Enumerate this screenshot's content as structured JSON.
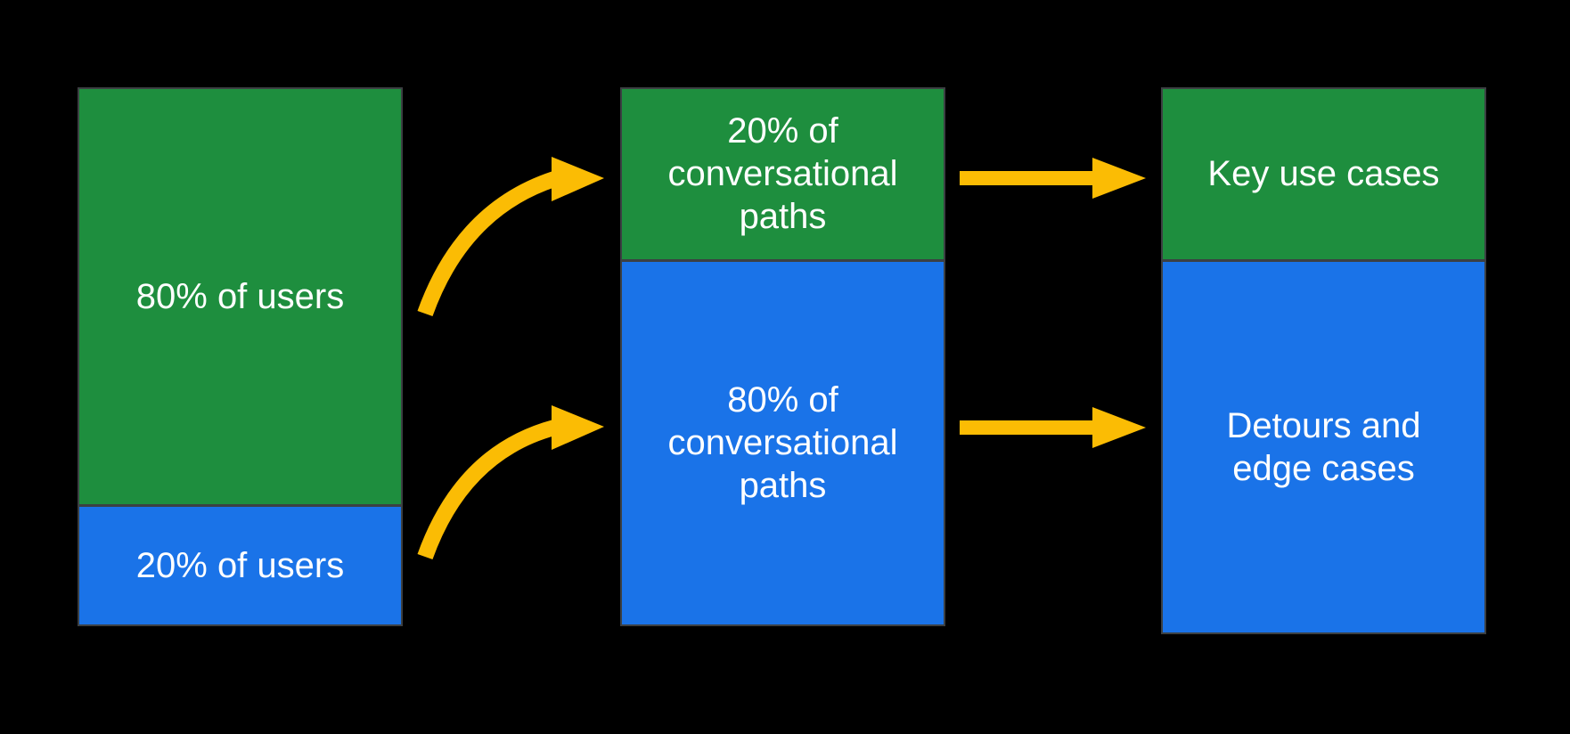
{
  "colors": {
    "green": "#1e8e3e",
    "blue": "#1a73e8",
    "arrow": "#fbbc04",
    "border": "#3c4043",
    "background": "#000000",
    "text": "#ffffff"
  },
  "diagram": {
    "type": "flow-diagram",
    "columns": [
      {
        "id": "users",
        "segments": [
          {
            "label": "80% of users",
            "color": "green",
            "height_pct": 77.5
          },
          {
            "label": "20% of users",
            "color": "blue",
            "height_pct": 22.5
          }
        ]
      },
      {
        "id": "conversational-paths",
        "segments": [
          {
            "label": "20% of conversational paths",
            "color": "green",
            "height_pct": 31.7
          },
          {
            "label": "80% of conversational paths",
            "color": "blue",
            "height_pct": 68.3
          }
        ]
      },
      {
        "id": "use-cases",
        "segments": [
          {
            "label": "Key use cases",
            "color": "green",
            "height_pct": 31.3
          },
          {
            "label": "Detours and edge cases",
            "color": "blue",
            "height_pct": 68.7
          }
        ]
      }
    ],
    "arrows": [
      {
        "id": "curved-arrow-top",
        "from": "80% of users",
        "to": "20% of conversational paths"
      },
      {
        "id": "curved-arrow-bottom",
        "from": "20% of users",
        "to": "80% of conversational paths"
      },
      {
        "id": "straight-arrow-top",
        "from": "20% of conversational paths",
        "to": "Key use cases"
      },
      {
        "id": "straight-arrow-bottom",
        "from": "80% of conversational paths",
        "to": "Detours and edge cases"
      }
    ]
  }
}
